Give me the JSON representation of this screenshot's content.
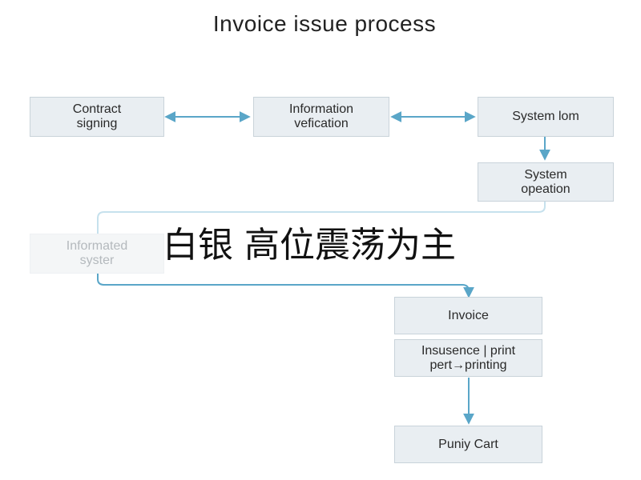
{
  "diagram": {
    "title": "Invoice issue process",
    "nodes": {
      "contract": "Contract\nsigning",
      "verification": "Information\nvefication",
      "system_login": "System lom",
      "system_operation": "System\nopeation",
      "informated_system": "Informated\nsyster",
      "invoice": "Invoice",
      "print_step": "Insusence | print\npert→printing",
      "cart": "Puniy Cart"
    },
    "overlay_text": "白银 高位震荡为主",
    "colors": {
      "arrow": "#5aa6c8",
      "arrow_faded": "#c6e1ed",
      "box_fill": "#e9eef2",
      "box_border": "#c9d3da"
    }
  }
}
